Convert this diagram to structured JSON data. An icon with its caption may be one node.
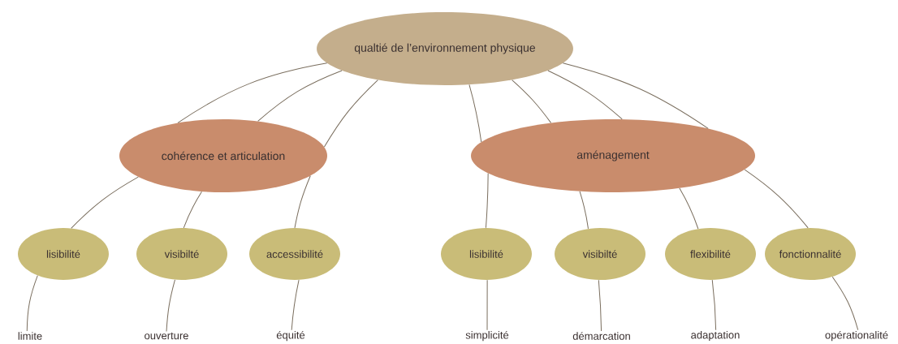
{
  "diagram": {
    "nodes": [
      {
        "text": [
          "qualtié de l’environnement physique"
        ]
      },
      {
        "text": [
          "cohérence et articulation"
        ]
      },
      {
        "text": [
          "aménagement"
        ]
      },
      {
        "text": [
          "lisibilité"
        ]
      },
      {
        "text": [
          "visibilté"
        ]
      },
      {
        "text": [
          "accessibilité"
        ]
      },
      {
        "text": [
          "lisibilité"
        ]
      },
      {
        "text": [
          "visibilté"
        ]
      },
      {
        "text": [
          "flexibilité"
        ]
      },
      {
        "text": [
          "fonctionnalité"
        ]
      },
      {
        "text": [
          "limite"
        ]
      },
      {
        "text": [
          "ouverture"
        ]
      },
      {
        "text": [
          "équité"
        ]
      },
      {
        "text": [
          "simplicité"
        ]
      },
      {
        "text": [
          "démarcation"
        ]
      },
      {
        "text": [
          "adaptation"
        ]
      },
      {
        "text": [
          "opérationalité"
        ]
      }
    ],
    "edges": [
      {
        "from": 0,
        "to": 1,
        "arrow": "none"
      },
      {
        "from": 0,
        "to": 1,
        "arrow": "none"
      },
      {
        "from": 0,
        "to": 1,
        "arrow": "none"
      },
      {
        "from": 0,
        "to": 2,
        "arrow": "none"
      },
      {
        "from": 0,
        "to": 2,
        "arrow": "none"
      },
      {
        "from": 0,
        "to": 2,
        "arrow": "none"
      },
      {
        "from": 0,
        "to": 2,
        "arrow": "none"
      },
      {
        "from": 1,
        "to": 3,
        "arrow": "none"
      },
      {
        "from": 1,
        "to": 4,
        "arrow": "none"
      },
      {
        "from": 1,
        "to": 5,
        "arrow": "none"
      },
      {
        "from": 2,
        "to": 6,
        "arrow": "none"
      },
      {
        "from": 2,
        "to": 7,
        "arrow": "none"
      },
      {
        "from": 2,
        "to": 8,
        "arrow": "none"
      },
      {
        "from": 2,
        "to": 9,
        "arrow": "none"
      },
      {
        "from": 3,
        "to": 10,
        "arrow": "none"
      },
      {
        "from": 4,
        "to": 11,
        "arrow": "none"
      },
      {
        "from": 5,
        "to": 12,
        "arrow": "none"
      },
      {
        "from": 6,
        "to": 13,
        "arrow": "none"
      },
      {
        "from": 7,
        "to": 14,
        "arrow": "none"
      },
      {
        "from": 8,
        "to": 15,
        "arrow": "none"
      },
      {
        "from": 9,
        "to": 16,
        "arrow": "none"
      }
    ]
  }
}
